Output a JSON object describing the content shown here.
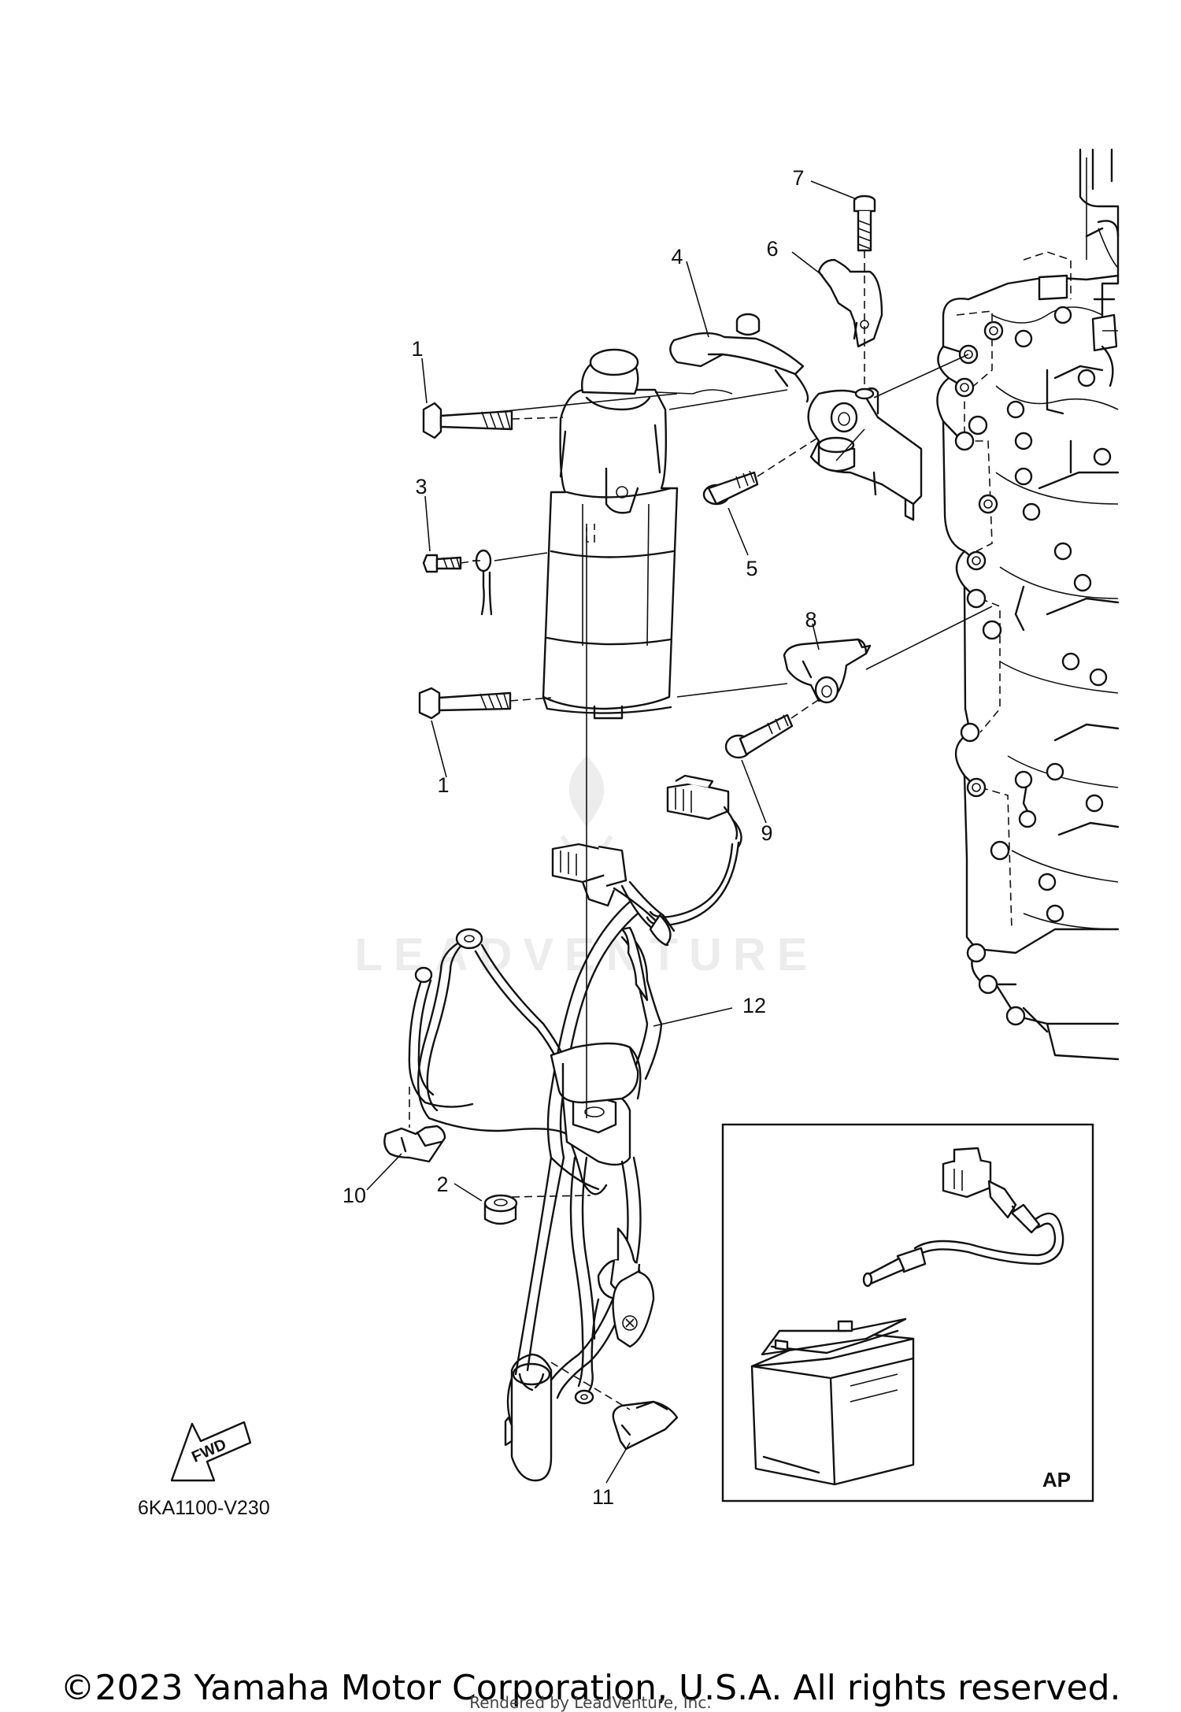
{
  "diagram_code": "6KA1100-V230",
  "inset_label": "AP",
  "fwd_label": "FWD",
  "watermark": "LEADVENTURE",
  "copyright": "©2023 Yamaha Motor Corporation, U.S.A. All rights reserved.",
  "rendered_by": "Rendered by LeadVenture, Inc.",
  "callouts": [
    {
      "id": "c1a",
      "label": "1"
    },
    {
      "id": "c1b",
      "label": "1"
    },
    {
      "id": "c2",
      "label": "2"
    },
    {
      "id": "c3",
      "label": "3"
    },
    {
      "id": "c4",
      "label": "4"
    },
    {
      "id": "c5",
      "label": "5"
    },
    {
      "id": "c6",
      "label": "6"
    },
    {
      "id": "c7",
      "label": "7"
    },
    {
      "id": "c8",
      "label": "8"
    },
    {
      "id": "c9",
      "label": "9"
    },
    {
      "id": "c10",
      "label": "10"
    },
    {
      "id": "c11",
      "label": "11"
    },
    {
      "id": "c12",
      "label": "12"
    },
    {
      "id": "c13",
      "label": "13"
    }
  ]
}
